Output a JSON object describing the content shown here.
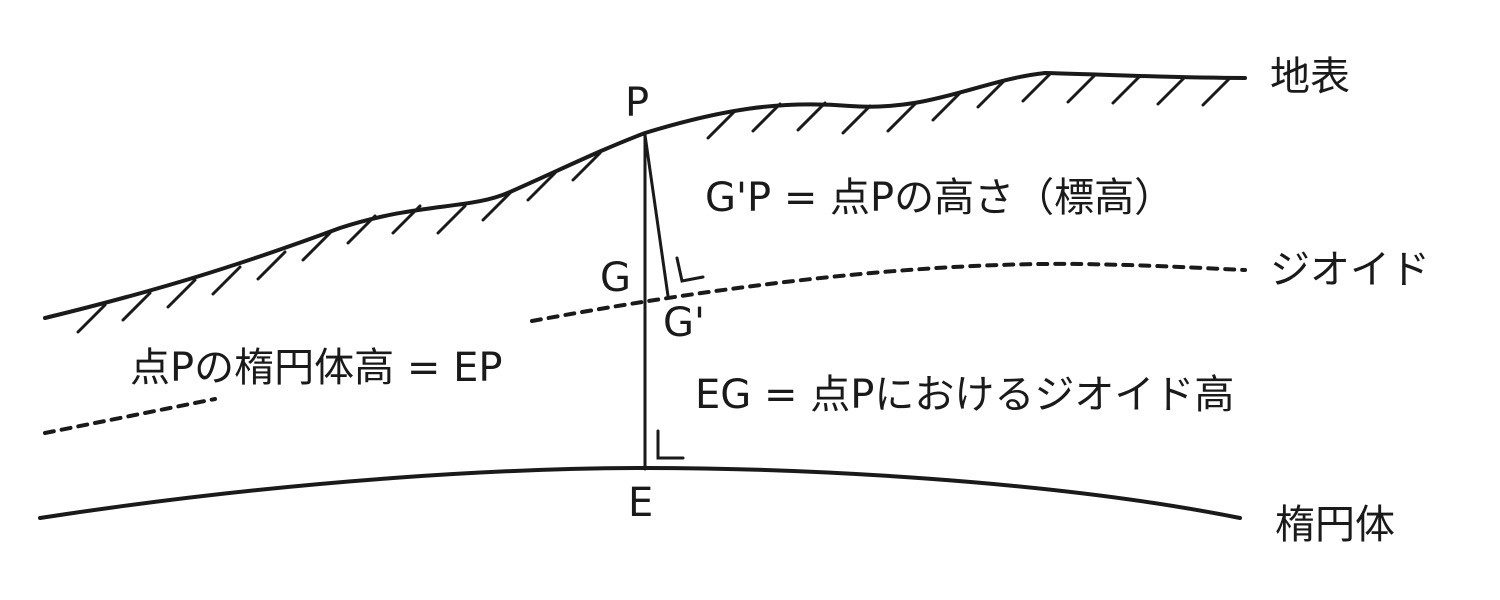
{
  "surfaces": {
    "ground": "地表",
    "geoid": "ジオイド",
    "ellipsoid": "楕円体"
  },
  "points": {
    "P": "P",
    "G": "G",
    "G_prime": "G'",
    "E": "E"
  },
  "annotations": {
    "orthometric_height": "G'P = 点Pの高さ（標高）",
    "ellipsoidal_height": "点Pの楕円体高 = EP",
    "geoid_height": "EG = 点Pにおけるジオイド高"
  },
  "colors": {
    "ink": "#1a1a1a",
    "background": "#ffffff"
  }
}
